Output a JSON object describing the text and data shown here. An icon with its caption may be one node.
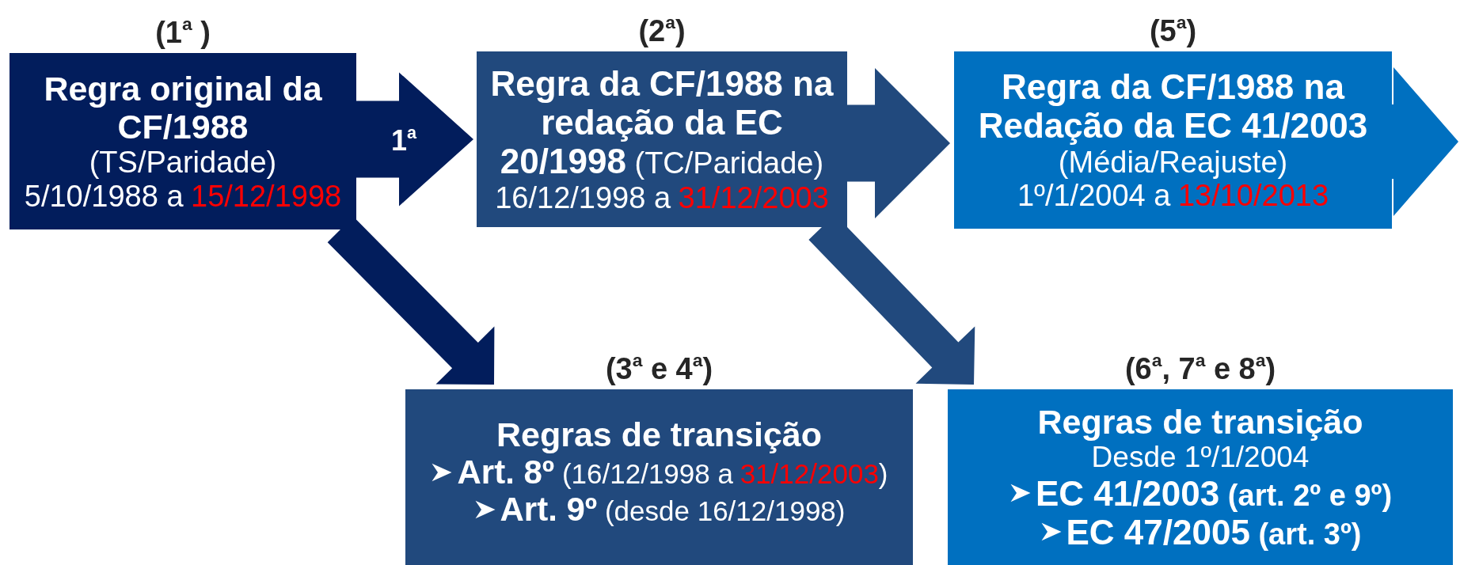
{
  "diagram": {
    "nodes": [
      {
        "text": [
          "(1$^{a}$ )",
          "Regra original da CF/1988",
          "(TS/Paridade)",
          "5/10/1988 a",
          "15/12/1998"
        ]
      },
      {
        "text": [
          "(2$^{a}$)",
          "**Regra da CF/1988 na redação da EC 20/1998** (TC/Paridade)",
          "16/12/1998 a",
          "31/12/2003"
        ]
      },
      {
        "text": [
          "(5$^{a}$)",
          "**Regra da CF/1988 na Redação da EC 41/2003** (Média/Reajuste)",
          "1º/1/2004 a",
          "13/10/2013"
        ]
      },
      {
        "text": [
          "(3$^{a}$ e 4$^{a}$)",
          "Regras de transição",
          "**Art. 8º** (16/12/1998 a",
          "31/12/2003",
          ")",
          "**Art. 9º** (desde 16/12/1998)"
        ]
      },
      {
        "text": [
          "(6$^{a}$, 7$^{a}$ e 8$^{a}$)",
          "Regras de transição",
          "Desde 1º/1/2004",
          "**EC 41/2003** (art. 2º e 9º)",
          "**EC 47/2005** (art. 3º)"
        ]
      }
    ],
    "edges": [
      {
        "from": 0,
        "to": 1,
        "arrow": "to",
        "label": "1$^{a}$",
        "color": "#021d5c"
      },
      {
        "from": 1,
        "to": 2,
        "arrow": "to",
        "color": "#21497d"
      },
      {
        "from": 2,
        "to": null,
        "arrow": "to",
        "color": "#0070c0"
      },
      {
        "from": 0,
        "to": 3,
        "arrow": "to",
        "color": "#021d5c"
      },
      {
        "from": 1,
        "to": 4,
        "arrow": "to",
        "color": "#21497d"
      }
    ]
  }
}
